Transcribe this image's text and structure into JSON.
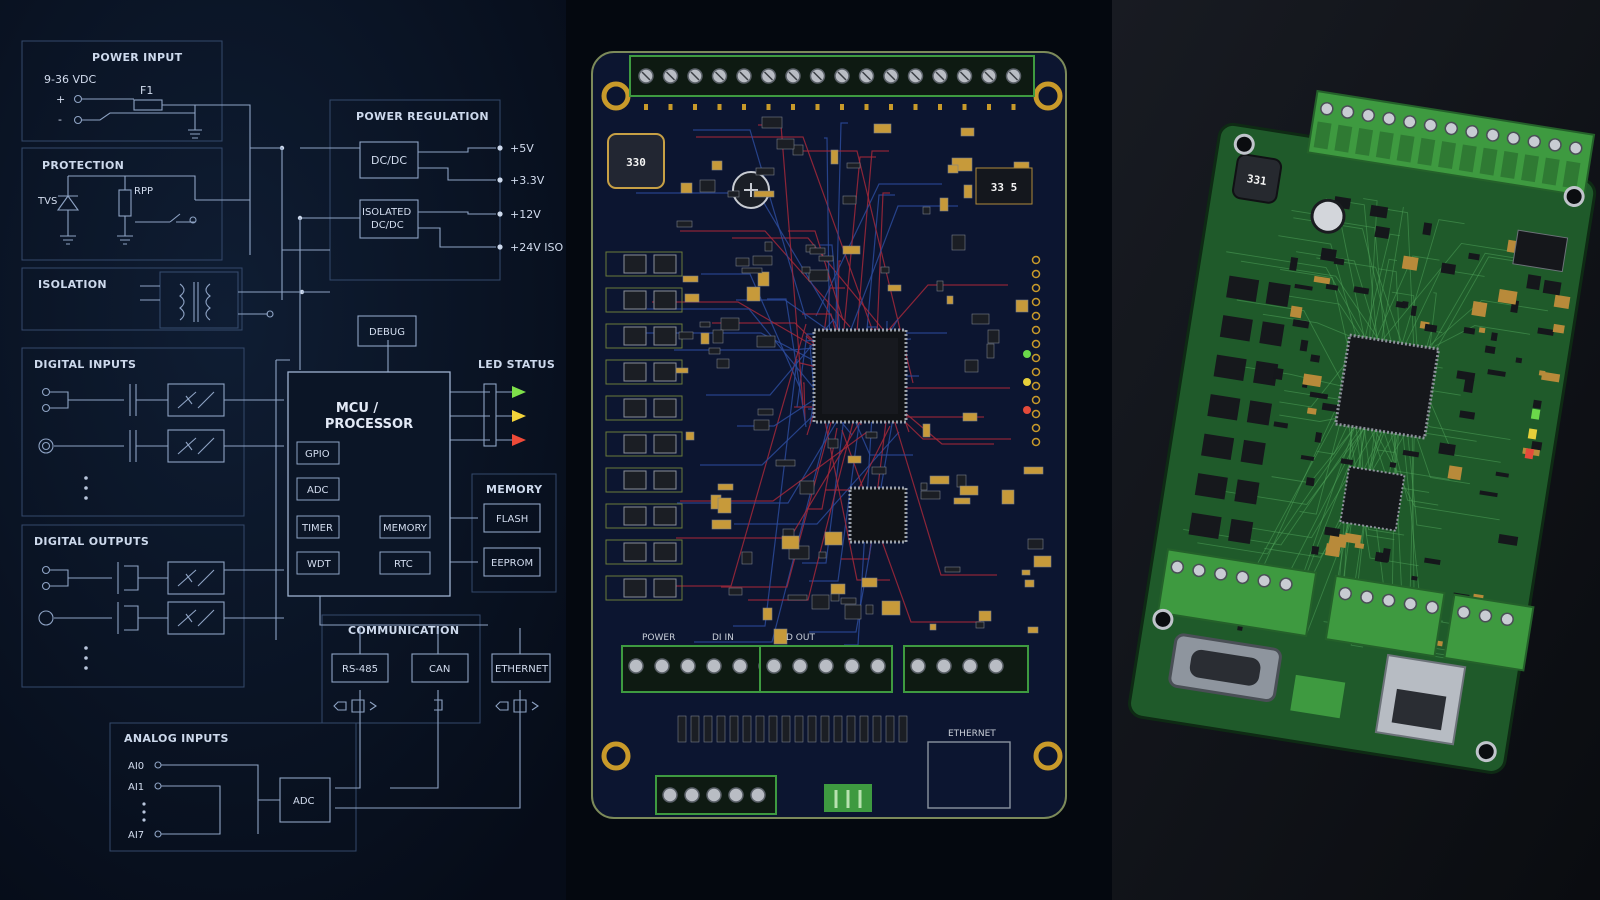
{
  "schematic": {
    "power_input": {
      "title": "POWER INPUT",
      "voltage": "9-36 VDC",
      "plus": "+",
      "minus": "-",
      "fuse": "F1"
    },
    "protection": {
      "title": "PROTECTION",
      "tvs": "TVS",
      "rpp": "RPP"
    },
    "isolation": {
      "title": "ISOLATION"
    },
    "power_regulation": {
      "title": "POWER REGULATION",
      "dcdc": "DC/DC",
      "iso_line1": "ISOLATED",
      "iso_line2": "DC/DC",
      "rails": [
        "+5V",
        "+3.3V",
        "+12V",
        "+24V ISO"
      ]
    },
    "debug": "DEBUG",
    "led_status": "LED STATUS",
    "led_colors": [
      "#7ee04a",
      "#f3d43a",
      "#ee4a38"
    ],
    "digital_inputs": {
      "title": "DIGITAL INPUTS"
    },
    "digital_outputs": {
      "title": "DIGITAL OUTPUTS"
    },
    "mcu": {
      "title_line1": "MCU /",
      "title_line2": "PROCESSOR",
      "gpio": "GPIO",
      "adc": "ADC",
      "timer": "TIMER",
      "memory": "MEMORY",
      "wdt": "WDT",
      "rtc": "RTC"
    },
    "memory": {
      "title": "MEMORY",
      "flash": "FLASH",
      "eeprom": "EEPROM"
    },
    "communication": {
      "title": "COMMUNICATION",
      "rs485": "RS-485",
      "can": "CAN",
      "ethernet": "ETHERNET"
    },
    "analog_inputs": {
      "title": "ANALOG INPUTS",
      "ai0": "AI0",
      "ai1": "AI1",
      "ai7": "AI7",
      "adc": "ADC"
    }
  },
  "pcb_layout": {
    "labels": [
      "POWER",
      "DI IN",
      "D OUT",
      "ETHERNET"
    ],
    "chip_marks": [
      "330",
      "33 5"
    ]
  },
  "photo_board": {
    "chip_marks": [
      "331"
    ]
  },
  "colors": {
    "schematic_bg": "#0a1424",
    "schematic_line": "#8ea3c4",
    "panel_border": "#34496b",
    "pcb_bg": "#050a18",
    "pcb_board": "#101a33",
    "trace_red": "#a3283a",
    "trace_blue": "#2b4a9a",
    "terminal_green": "#3e9a40",
    "photo_board_green": "#1f5a2a",
    "photo_bg": "#101318"
  }
}
